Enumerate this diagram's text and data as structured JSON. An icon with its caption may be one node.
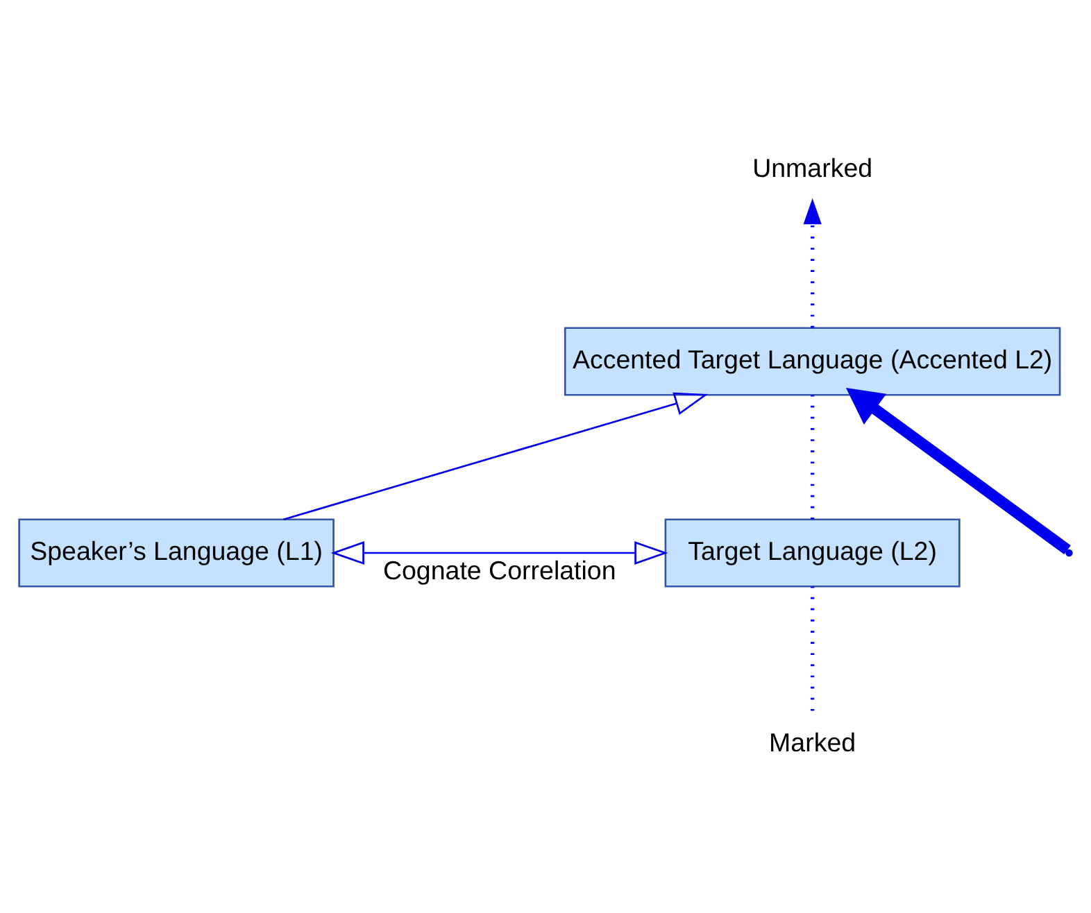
{
  "diagram": {
    "nodes": [
      {
        "text": [
          "Unmarked"
        ]
      },
      {
        "text": [
          "Accented Target Language (Accented L2)"
        ]
      },
      {
        "text": [
          "Speaker’s Language (L1)"
        ]
      },
      {
        "text": [
          "Target Language (L2)"
        ]
      },
      {
        "text": [
          "Marked"
        ]
      }
    ],
    "edges": [
      {
        "from": 2,
        "to": 1,
        "arrow": "to"
      },
      {
        "from": 2,
        "to": 3,
        "arrow": "both",
        "label": "Cognate Correlation"
      },
      {
        "from": null,
        "to": 1,
        "arrow": "to",
        "style": "thick"
      },
      {
        "from": 4,
        "to": 3,
        "arrow": "none",
        "style": "dashed"
      },
      {
        "from": 3,
        "to": 1,
        "arrow": "none",
        "style": "dashed"
      },
      {
        "from": 1,
        "to": 0,
        "arrow": "to",
        "style": "dashed"
      }
    ]
  }
}
